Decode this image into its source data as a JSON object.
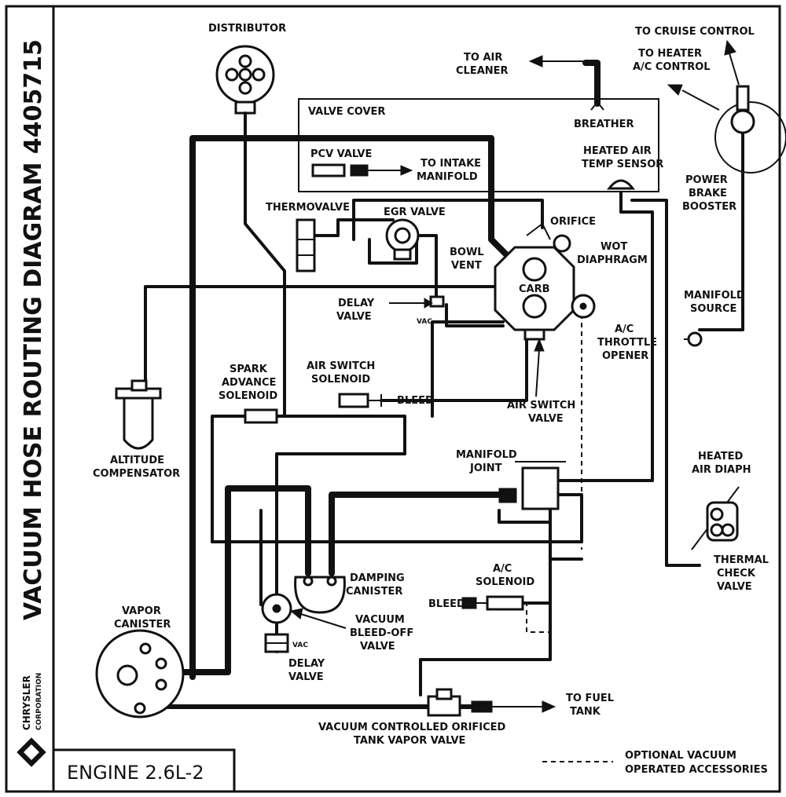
{
  "title_vertical": "VACUUM HOSE ROUTING DIAGRAM 4405715",
  "engine_label": "ENGINE 2.6L-2",
  "brand": {
    "line1": "CHRYSLER",
    "line2": "CORPORATION"
  },
  "legend": {
    "line1": "OPTIONAL VACUUM",
    "line2": "OPERATED ACCESSORIES"
  },
  "labels": {
    "distributor": "DISTRIBUTOR",
    "to_air": "TO AIR",
    "cleaner": "CLEANER",
    "to_cruise_control": "TO CRUISE CONTROL",
    "to_heater": "TO HEATER",
    "ac_control": "A/C CONTROL",
    "valve_cover": "VALVE COVER",
    "breather": "BREATHER",
    "pcv_valve": "PCV VALVE",
    "to_intake": "TO INTAKE",
    "manifold": "MANIFOLD",
    "heated_air": "HEATED AIR",
    "temp_sensor": "TEMP SENSOR",
    "power": "POWER",
    "brake": "BRAKE",
    "booster": "BOOSTER",
    "thermovalve": "THERMOVALVE",
    "egr_valve": "EGR VALVE",
    "orifice": "ORIFICE",
    "wot": "WOT",
    "diaphragm": "DIAPHRAGM",
    "bowl": "BOWL",
    "vent": "VENT",
    "carb": "CARB",
    "delay": "DELAY",
    "valve": "VALVE",
    "vac": "VAC",
    "manifold_src": "MANIFOLD",
    "source": "SOURCE",
    "ac": "A/C",
    "throttle": "THROTTLE",
    "opener": "OPENER",
    "spark": "SPARK",
    "advance": "ADVANCE",
    "solenoid": "SOLENOID",
    "air_switch": "AIR SWITCH",
    "bleed": "BLEED",
    "air_switch_valve_1": "AIR SWITCH",
    "air_switch_valve_2": "VALVE",
    "altitude": "ALTITUDE",
    "compensator": "COMPENSATOR",
    "manifold_joint_1": "MANIFOLD",
    "manifold_joint_2": "JOINT",
    "heated_air_diaph_1": "HEATED",
    "heated_air_diaph_2": "AIR DIAPH",
    "damping": "DAMPING",
    "canister": "CANISTER",
    "ac_solenoid_1": "A/C",
    "ac_solenoid_2": "SOLENOID",
    "thermal": "THERMAL",
    "check": "CHECK",
    "thermal_valve": "VALVE",
    "vapor": "VAPOR",
    "vapor_canister": "CANISTER",
    "vacuum": "VACUUM",
    "bleed_off": "BLEED-OFF",
    "bleed_off_valve": "VALVE",
    "delay2": "DELAY",
    "valve2": "VALVE",
    "vac2": "VAC",
    "bleed2": "BLEED",
    "to_fuel": "TO FUEL",
    "tank": "TANK",
    "vcotvv_1": "VACUUM CONTROLLED ORIFICED",
    "vcotvv_2": "TANK VAPOR VALVE"
  }
}
